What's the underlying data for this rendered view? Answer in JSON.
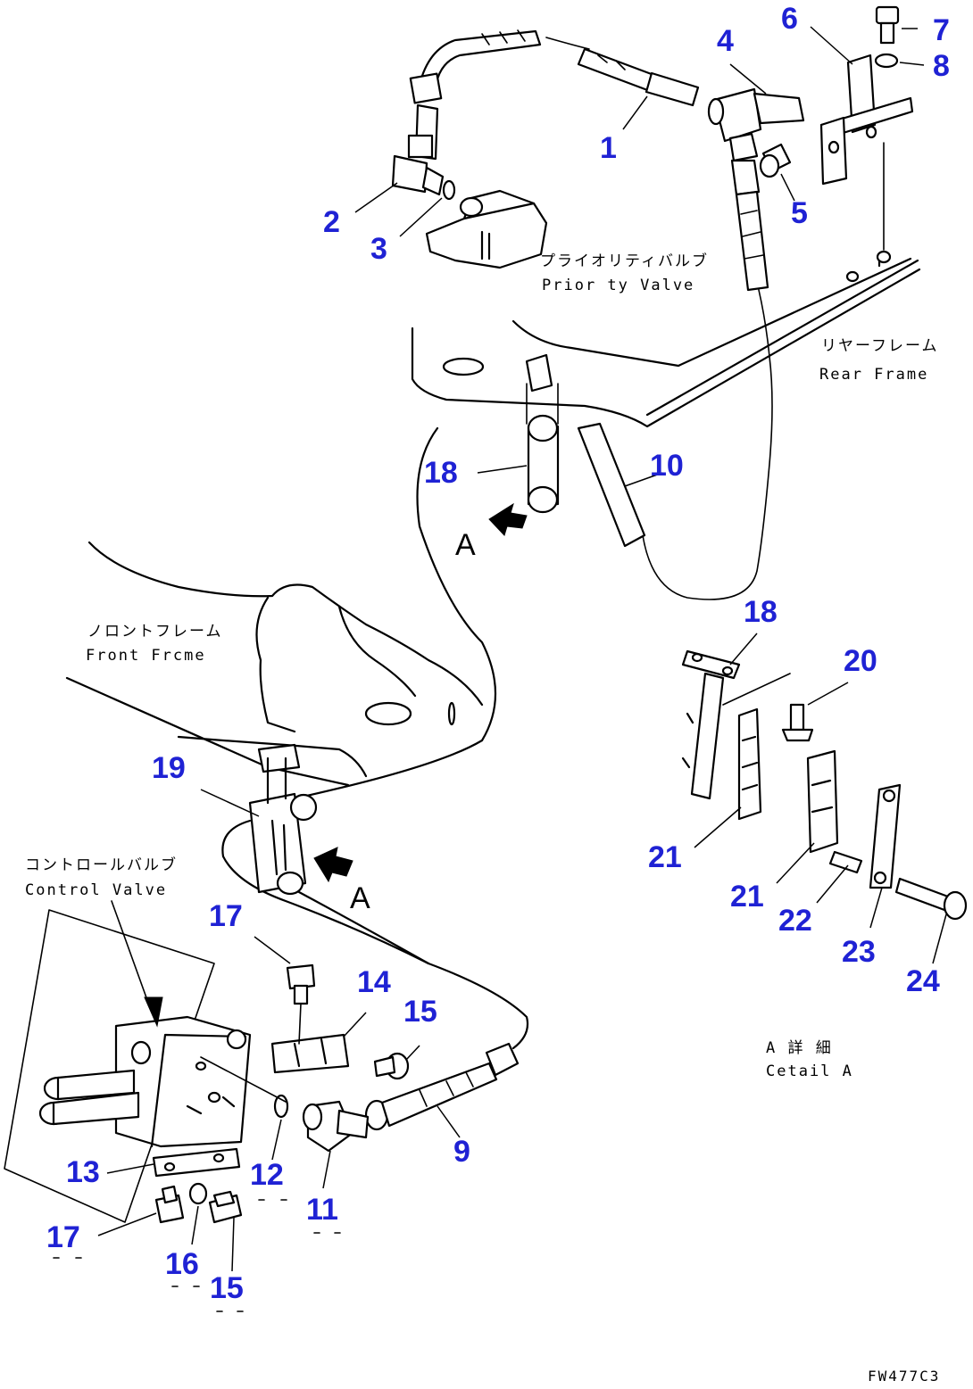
{
  "drawing_code": "FW477C3",
  "labels": {
    "priority_valve_jp": "プライオリティバルブ",
    "priority_valve_en": "Prior ty Valve",
    "rear_frame_jp": "リヤーフレーム",
    "rear_frame_en": "Rear Frame",
    "front_frame_jp": "ノロントフレーム",
    "front_frame_en": "Front Frcme",
    "control_valve_jp": "コントロールバルブ",
    "control_valve_en": "Control Valve",
    "detail_jp": "A 詳 細",
    "detail_en": "Cetail A",
    "view_a": "A"
  },
  "callouts": [
    "1",
    "2",
    "3",
    "4",
    "5",
    "6",
    "7",
    "8",
    "9",
    "10",
    "11",
    "12",
    "13",
    "14",
    "15",
    "15",
    "16",
    "17",
    "17",
    "18",
    "18",
    "19",
    "20",
    "21",
    "21",
    "22",
    "23",
    "24"
  ]
}
